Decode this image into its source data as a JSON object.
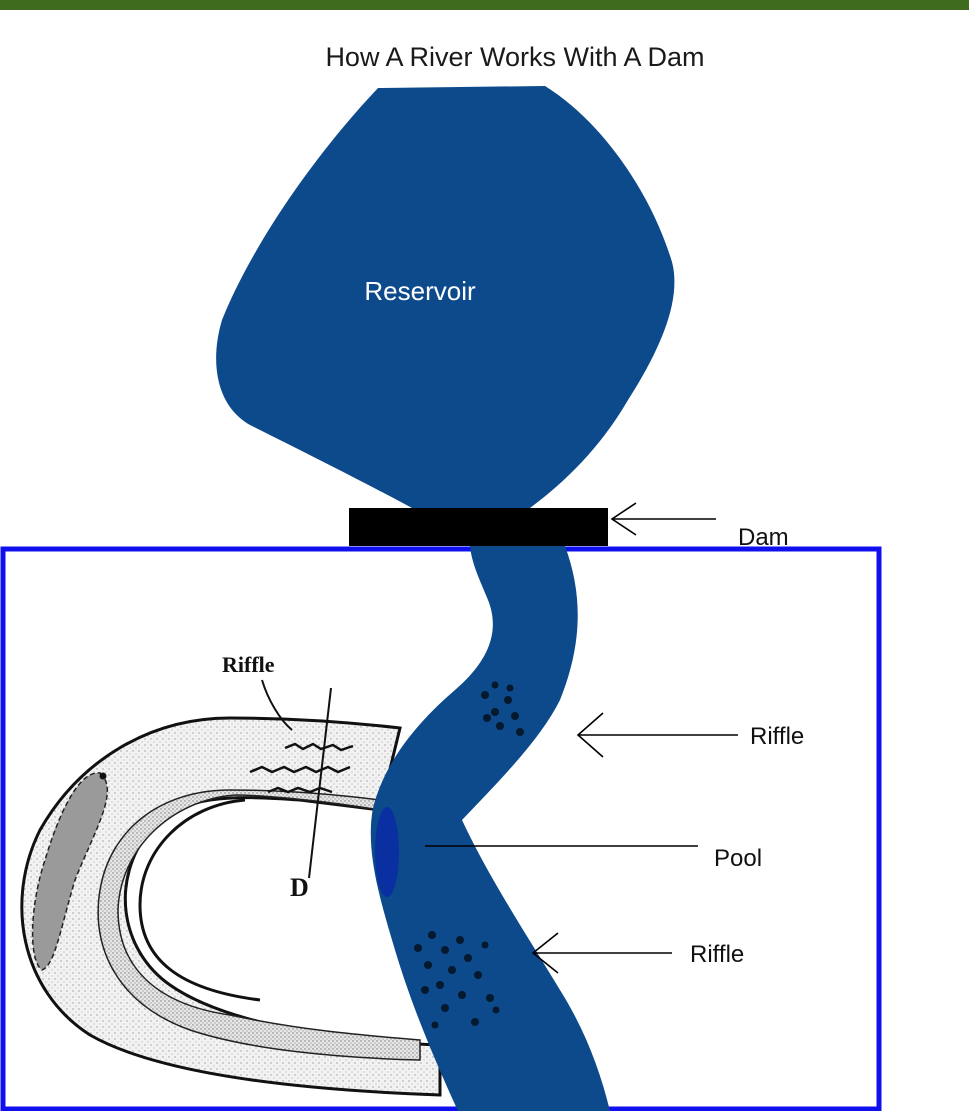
{
  "diagram": {
    "title": "How A River Works With A Dam",
    "reservoir_label": "Reservoir",
    "dam_label": "Dam",
    "riffle_upper_label": "Riffle",
    "pool_label": "Pool",
    "riffle_lower_label": "Riffle",
    "inset_riffle_label": "Riffle",
    "inset_d_label": "D"
  },
  "colors": {
    "water": "#0d4a8c",
    "pool": "#0a2fa0",
    "dam": "#000000",
    "inset_border": "#1010ee",
    "header_bar": "#3f6b1e"
  }
}
